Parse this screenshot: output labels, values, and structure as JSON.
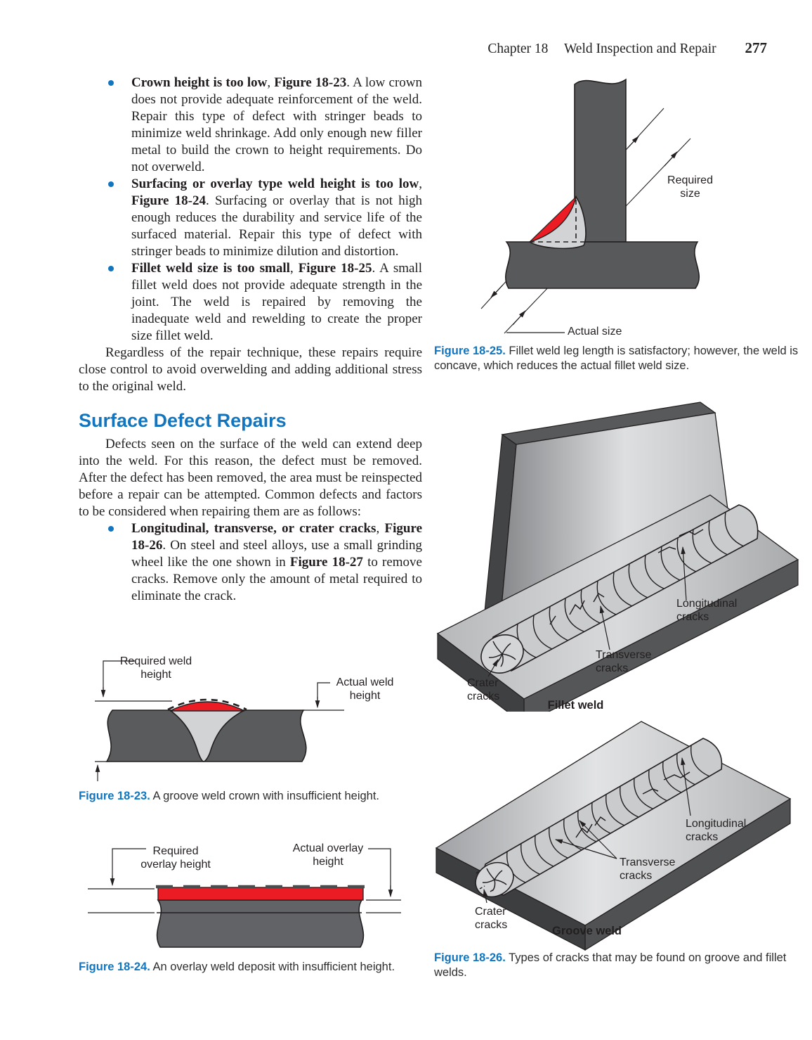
{
  "colors": {
    "accent_blue": "#1176bf",
    "defect_red": "#ec1c24",
    "plate_dark_gray": "#58595b",
    "weld_light_gray": "#d1d3d4",
    "body_text": "#1f1f21"
  },
  "header": {
    "chapter": "Chapter 18",
    "title": "Weld Inspection and Repair",
    "page_number": "277"
  },
  "left_column": {
    "bullets": [
      {
        "b1": "Crown height is too low",
        "t1": ", ",
        "b2": "Figure 18-23",
        "t2": ". A low crown does not provide adequate reinforcement of the weld. Repair this type of defect with stringer beads to minimize weld shrinkage. Add only enough new filler metal to build the crown to height requirements. Do not overweld."
      },
      {
        "b1": "Surfacing or overlay type weld height is too low",
        "t1": ", ",
        "b2": "Figure 18-24",
        "t2": ". Surfacing or overlay that is not high enough reduces the durability and service life of the surfaced material. Repair this type of defect with stringer beads to minimize dilution and distortion."
      },
      {
        "b1": "Fillet weld size is too small",
        "t1": ", ",
        "b2": "Figure 18-25",
        "t2": ". A small fillet weld does not provide adequate strength in the joint. The weld is repaired by removing the inadequate weld and rewelding to create the proper size fillet weld."
      }
    ],
    "para_regardless": "Regardless of the repair technique, these repairs require close control to avoid overwelding and adding additional stress to the original weld.",
    "section_heading": "Surface Defect Repairs",
    "para_defects": "Defects seen on the surface of the weld can extend deep into the weld. For this reason, the defect must be removed. After the defect has been removed, the area must be reinspected before a repair can be attempted. Common defects and factors to be considered when repairing them are as follows:",
    "bullet_cracks": {
      "b1": "Longitudinal, transverse, or crater cracks",
      "t1": ", ",
      "b2": "Figure 18-26",
      "t2": ". On steel and steel alloys, use a small grinding wheel like the one shown in ",
      "b3": "Figure 18-27",
      "t3": " to remove cracks. Remove only the amount of metal required to eliminate the crack."
    }
  },
  "figure_18_23": {
    "label_required": "Required weld height",
    "label_actual": "Actual weld height",
    "caption_lead": "Figure 18-23.",
    "caption_text": " A groove weld crown with insufficient height."
  },
  "figure_18_24": {
    "label_required": "Required overlay height",
    "label_actual": "Actual overlay height",
    "caption_lead": "Figure 18-24.",
    "caption_text": " An overlay weld deposit with insufficient height."
  },
  "figure_18_25": {
    "label_required": "Required size",
    "label_actual": "Actual size",
    "caption_lead": "Figure 18-25.",
    "caption_text": " Fillet weld leg length is satisfactory; however, the weld is concave, which reduces the actual fillet weld size."
  },
  "figure_18_26": {
    "fillet": {
      "label_longitudinal": "Longitudinal cracks",
      "label_transverse": "Transverse cracks",
      "label_crater": "Crater cracks",
      "sub_caption": "Fillet weld"
    },
    "groove": {
      "label_longitudinal": "Longitudinal cracks",
      "label_transverse": "Transverse cracks",
      "label_crater": "Crater cracks",
      "sub_caption": "Groove weld"
    },
    "caption_lead": "Figure 18-26.",
    "caption_text": " Types of cracks that may be found on groove and fillet welds."
  }
}
